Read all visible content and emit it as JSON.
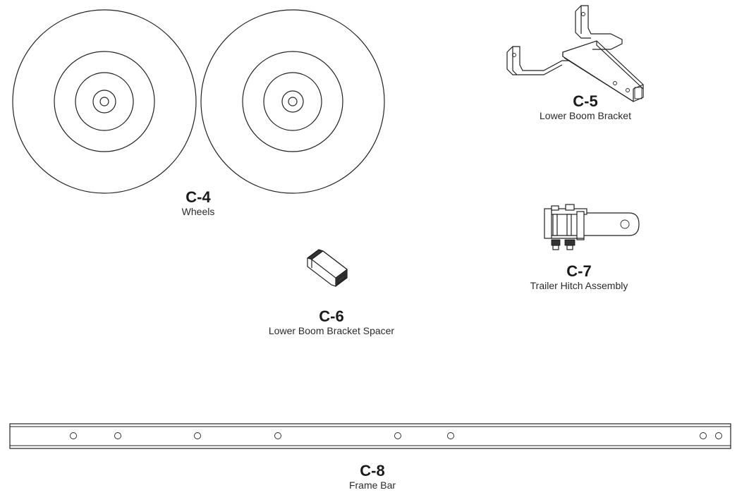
{
  "parts": [
    {
      "id": "c4",
      "code": "C-4",
      "name": "Wheels"
    },
    {
      "id": "c5",
      "code": "C-5",
      "name": "Lower Boom Bracket"
    },
    {
      "id": "c6",
      "code": "C-6",
      "name": "Lower Boom Bracket Spacer"
    },
    {
      "id": "c7",
      "code": "C-7",
      "name": "Trailer Hitch Assembly"
    },
    {
      "id": "c8",
      "code": "C-8",
      "name": "Frame Bar"
    }
  ],
  "frame_bar": {
    "hole_count": 8
  }
}
